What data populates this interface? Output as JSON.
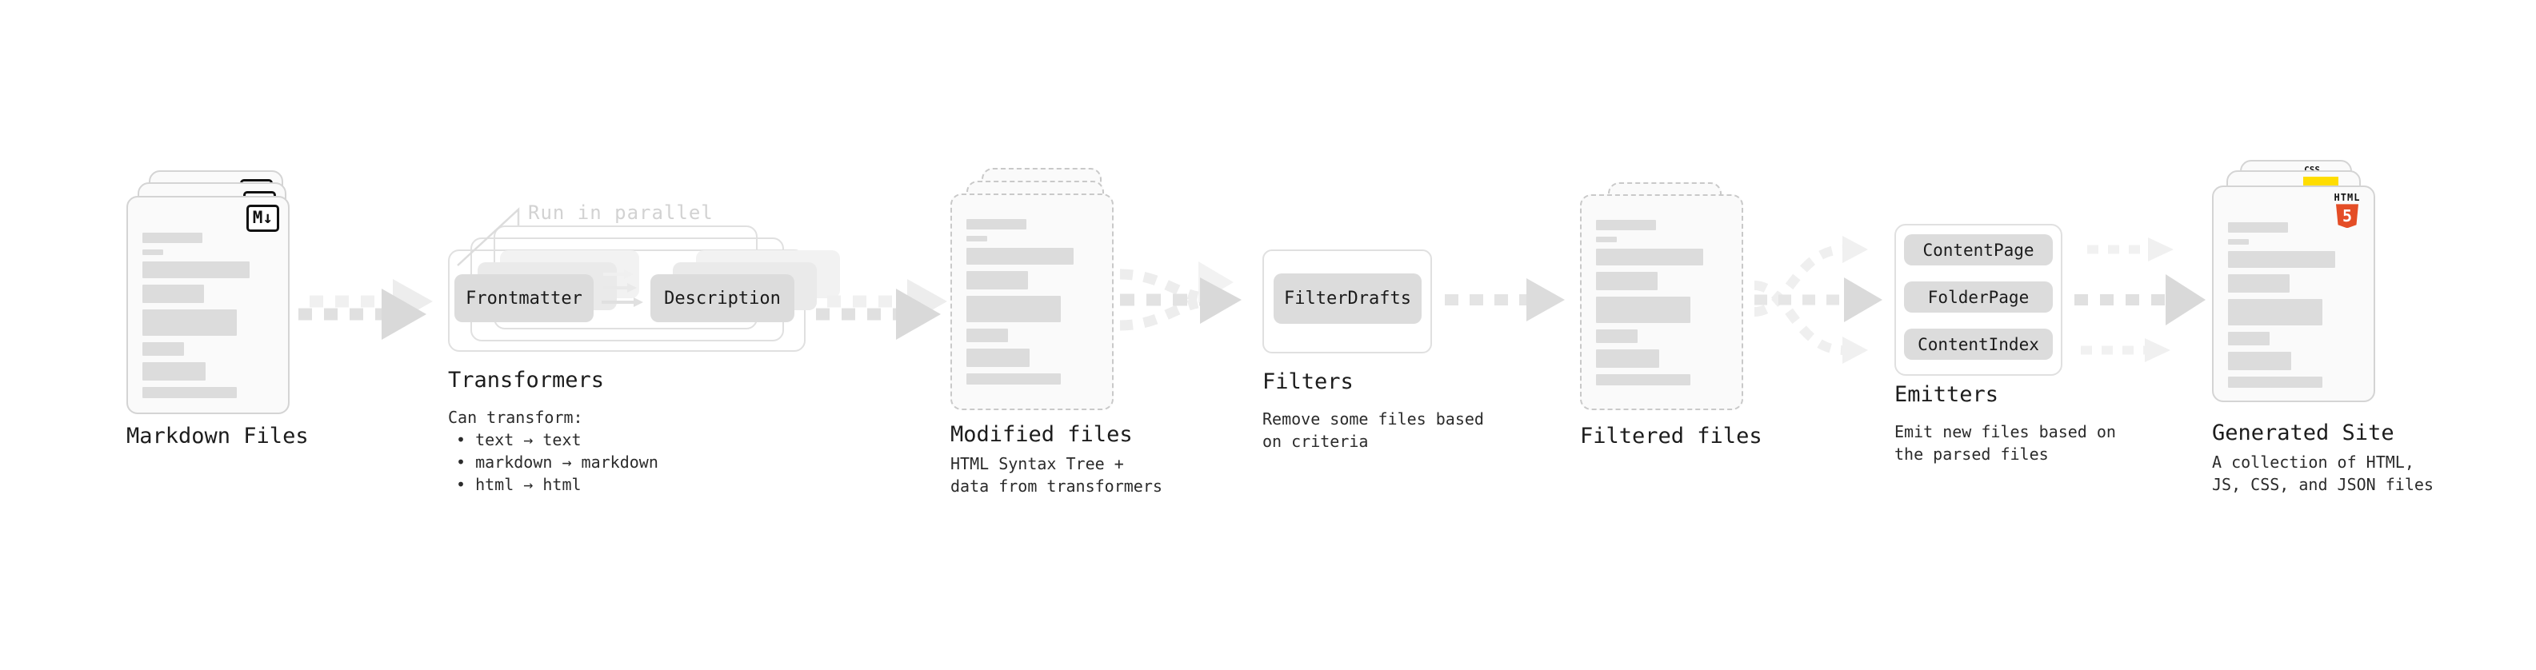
{
  "nodes": {
    "markdown_files": {
      "label": "Markdown Files",
      "icon": "M↓"
    },
    "transformers": {
      "label": "Transformers",
      "callout": "Run in parallel",
      "button_left": "Frontmatter",
      "button_right": "Description",
      "desc_title": "Can transform:",
      "desc_items": [
        "• text → text",
        "• markdown → markdown",
        "• html → html"
      ]
    },
    "modified_files": {
      "label": "Modified files",
      "desc_line1": "HTML Syntax Tree +",
      "desc_line2": "data from transformers"
    },
    "filters": {
      "label": "Filters",
      "button": "FilterDrafts",
      "desc_line1": "Remove some files based",
      "desc_line2": "on criteria"
    },
    "filtered_files": {
      "label": "Filtered files"
    },
    "emitters": {
      "label": "Emitters",
      "buttons": [
        "ContentPage",
        "FolderPage",
        "ContentIndex"
      ],
      "desc_line1": "Emit new files based on",
      "desc_line2": "the parsed files"
    },
    "generated_site": {
      "label": "Generated Site",
      "desc_line1": "A collection of HTML,",
      "desc_line2": "JS, CSS, and JSON files",
      "badge_css": "CSS",
      "badge_html_word": "HTML",
      "badge_html_num": "5"
    }
  },
  "colors": {
    "card_border": "#d4d4d4",
    "chip_fill": "#dcdcdc",
    "arrow_dark": "#d9d9d9",
    "arrow_light": "#efefef",
    "html5_orange": "#e44d26",
    "js_yellow": "#ffdd00",
    "css_blue": "#2965f1"
  }
}
